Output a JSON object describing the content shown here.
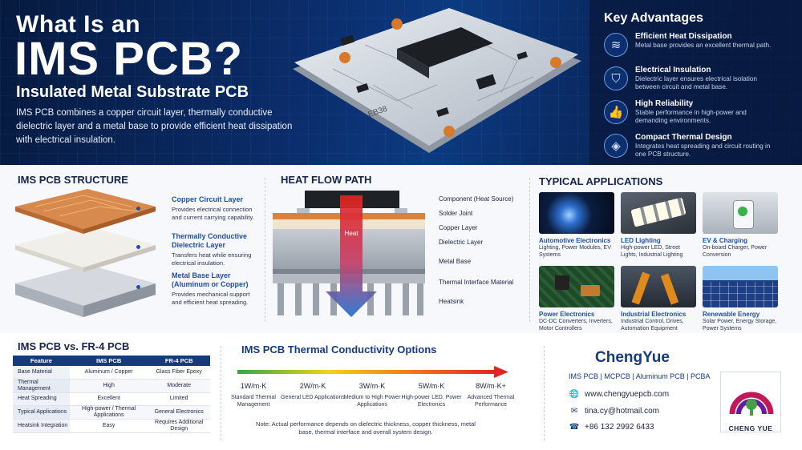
{
  "hero": {
    "title_line1": "What Is an",
    "title_line2": "IMS PCB?",
    "subtitle": "Insulated Metal Substrate PCB",
    "description": "IMS PCB combines a copper circuit layer, thermally conductive dielectric layer and a metal base to provide efficient heat dissipation with electrical insulation.",
    "board_marking": "EB38"
  },
  "advantages": {
    "heading": "Key Advantages",
    "items": [
      {
        "icon": "heat-waves-icon",
        "title": "Efficient Heat Dissipation",
        "desc": "Metal base provides an excellent thermal path."
      },
      {
        "icon": "shield-bolt-icon",
        "title": "Electrical Insulation",
        "desc": "Dielectric layer ensures electrical isolation between circuit and metal base."
      },
      {
        "icon": "thumbs-up-icon",
        "title": "High Reliability",
        "desc": "Stable performance in high-power and demanding environments."
      },
      {
        "icon": "layers-icon",
        "title": "Compact Thermal Design",
        "desc": "Integrates heat spreading and circuit routing in one PCB structure."
      }
    ]
  },
  "structure": {
    "heading": "IMS PCB STRUCTURE",
    "layers": [
      {
        "title": "Copper Circuit Layer",
        "desc": "Provides electrical connection and current carrying capability."
      },
      {
        "title": "Thermally Conductive Dielectric Layer",
        "desc": "Transfers heat while ensuring electrical insulation."
      },
      {
        "title": "Metal Base Layer (Aluminum or Copper)",
        "desc": "Provides mechanical support and efficient heat spreading."
      }
    ]
  },
  "heatflow": {
    "heading": "HEAT FLOW PATH",
    "arrow_label": "Heat",
    "labels": [
      "Component (Heat Source)",
      "Solder Joint",
      "Copper Layer",
      "Dielectric Layer",
      "Metal Base",
      "Thermal Interface Material",
      "Heatsink"
    ]
  },
  "applications": {
    "heading": "TYPICAL APPLICATIONS",
    "items": [
      {
        "title": "Automotive Electronics",
        "desc": "Lighting, Power Modules, EV Systems"
      },
      {
        "title": "LED Lighting",
        "desc": "High-power LED, Street Lights, Industrial Lighting"
      },
      {
        "title": "EV & Charging",
        "desc": "On-board Charger, Power Conversion"
      },
      {
        "title": "Power Electronics",
        "desc": "DC-DC Converters, Inverters, Motor Controllers"
      },
      {
        "title": "Industrial Electronics",
        "desc": "Industrial Control, Drives, Automation Equipment"
      },
      {
        "title": "Renewable Energy",
        "desc": "Solar Power, Energy Storage, Power Systems"
      }
    ]
  },
  "comparison": {
    "heading": "IMS PCB vs. FR-4 PCB",
    "columns": [
      "Feature",
      "IMS PCB",
      "FR-4 PCB"
    ],
    "rows": [
      [
        "Base Material",
        "Aluminum / Copper",
        "Glass Fiber Epoxy"
      ],
      [
        "Thermal Management",
        "High",
        "Moderate"
      ],
      [
        "Heat Spreading",
        "Excellent",
        "Limited"
      ],
      [
        "Typical Applications",
        "High-power / Thermal Applications",
        "General Electronics"
      ],
      [
        "Heatsink Integration",
        "Easy",
        "Requires Additional Design"
      ]
    ]
  },
  "thermal": {
    "heading": "IMS PCB Thermal Conductivity Options",
    "options": [
      {
        "value": "1W/m·K",
        "desc": "Standard Thermal Management"
      },
      {
        "value": "2W/m·K",
        "desc": "General LED Applications"
      },
      {
        "value": "3W/m·K",
        "desc": "Medium to High Power Applications"
      },
      {
        "value": "5W/m·K",
        "desc": "High-power LED, Power Electronics"
      },
      {
        "value": "8W/m·K+",
        "desc": "Advanced Thermal Performance"
      }
    ],
    "note": "Note: Actual performance depends on dielectric thickness, copper thickness, metal base, thermal interface and overall system design."
  },
  "brand": {
    "name": "ChengYue",
    "tags": "IMS PCB | MCPCB | Aluminum PCB | PCBA",
    "website": "www.chengyuepcb.com",
    "email": "tina.cy@hotmail.com",
    "phone": "+86 132 2992 6433",
    "logo_text": "CHENG YUE"
  },
  "colors": {
    "navy": "#163a7a",
    "accent_blue": "#1b4fa8",
    "gradient_start": "#2ea84a",
    "gradient_end": "#e0261f"
  }
}
